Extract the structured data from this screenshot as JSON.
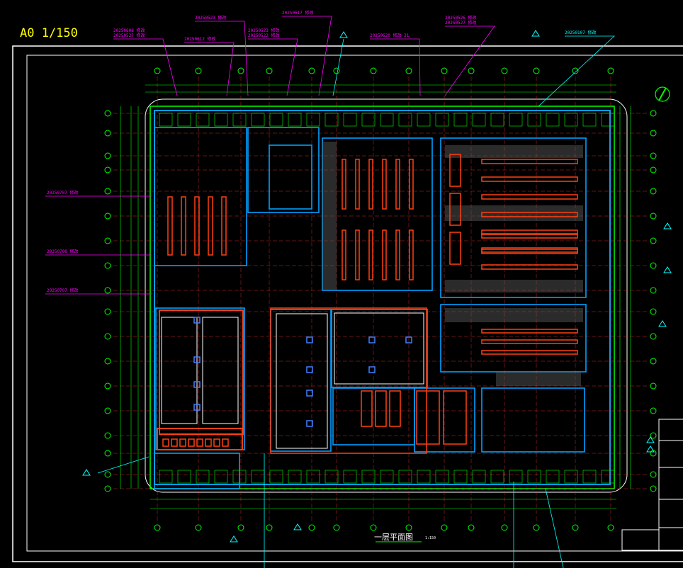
{
  "sheet": {
    "scale_label": "A0  1/150",
    "title": "一层平面图",
    "scale_note": "1:150"
  },
  "revisions_top": [
    {
      "date1": "20250608",
      "date2": "20250527",
      "note": "修改"
    },
    {
      "date1": "20250612",
      "note": "修改"
    },
    {
      "date1": "20250523",
      "note": "修改"
    },
    {
      "date1": "20250523",
      "date2": "20250522",
      "note": "修改"
    },
    {
      "date1": "20250617",
      "note": "修改"
    },
    {
      "date1": "20250620",
      "note": "修改 31"
    },
    {
      "date1": "20250526",
      "date2": "20250527",
      "note": "修改"
    },
    {
      "date1": "20250107",
      "note": "修改"
    }
  ],
  "revisions_left": [
    {
      "date": "20250707",
      "note": "修改"
    },
    {
      "date": "20250708",
      "note": "修改"
    },
    {
      "date": "20250707",
      "note": "修改"
    }
  ],
  "colors": {
    "bg": "#000000",
    "frame": "#ffffff",
    "grid": "#00ff00",
    "wall": "#00a0ff",
    "rack": "#ff4010",
    "revision": "#ff00ff",
    "cloud": "#00ffff",
    "text": "#ffff00"
  }
}
